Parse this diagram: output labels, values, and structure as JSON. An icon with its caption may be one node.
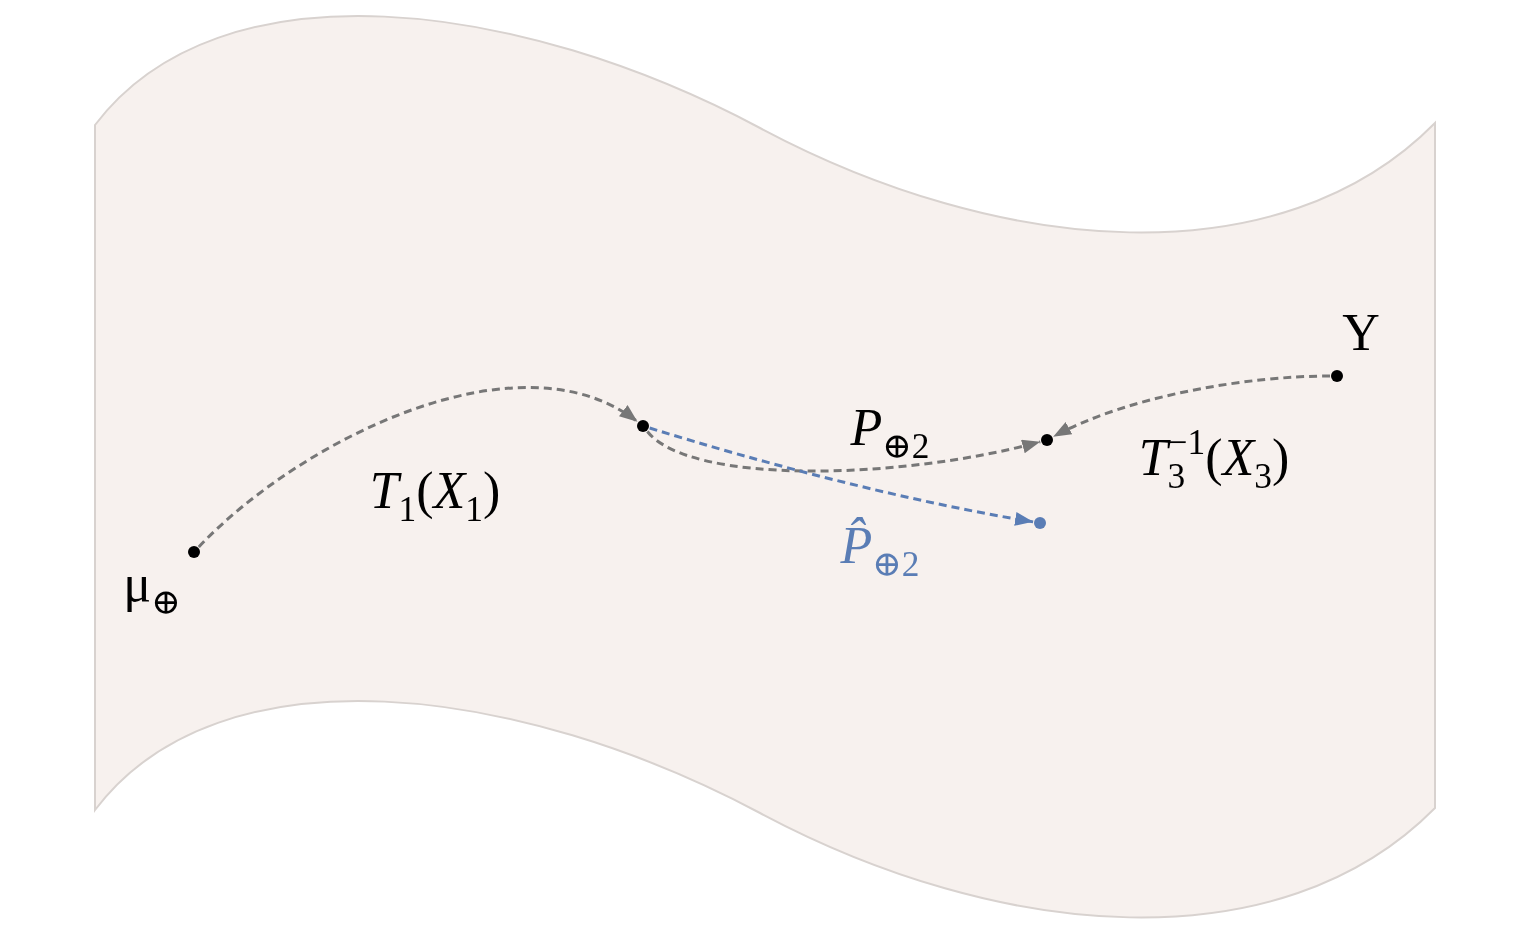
{
  "diagram": {
    "nodes": [
      {
        "text": [],
        "shape": "circle",
        "beside": [
          "μ$_{⊕}$"
        ]
      },
      {
        "text": [],
        "shape": "circle"
      },
      {
        "text": [],
        "shape": "circle"
      },
      {
        "text": [],
        "shape": "circle"
      },
      {
        "text": [],
        "shape": "circle",
        "beside": [
          "Y"
        ]
      }
    ],
    "edges": [
      {
        "from": 0,
        "to": 1,
        "arrow": "to",
        "style": "dashed",
        "label": "*T*$_{1}$(*X*$_{1}$)"
      },
      {
        "from": 1,
        "to": 2,
        "arrow": "to",
        "style": "dashed",
        "label": "*P*$_{⊕2}$"
      },
      {
        "from": 4,
        "to": 2,
        "arrow": "to",
        "style": "dashed",
        "label": "*T*$_{3}$$^{−1}$(*X*$_{3}$)"
      },
      {
        "from": 1,
        "to": 3,
        "arrow": "to",
        "style": "dashed",
        "color": "#5a7db5",
        "label": "*P̂*$_{⊕2}$"
      }
    ]
  }
}
